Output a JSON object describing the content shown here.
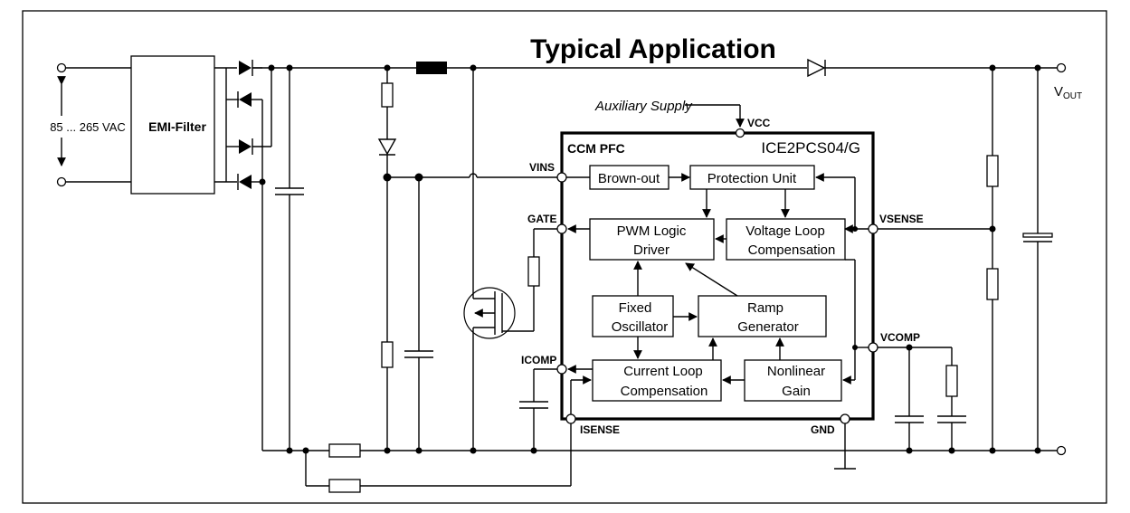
{
  "title": "Typical Application",
  "input_voltage": "85 ... 265 VAC",
  "emi_filter": "EMI-Filter",
  "aux_supply": "Auxiliary Supply",
  "ic": {
    "family": "CCM PFC",
    "part": "ICE2PCS04/G"
  },
  "pins": {
    "vcc": "VCC",
    "vins": "VINS",
    "gate": "GATE",
    "vsense": "VSENSE",
    "vcomp": "VCOMP",
    "icomp": "ICOMP",
    "isense": "ISENSE",
    "gnd": "GND"
  },
  "blocks": {
    "brownout": "Brown-out",
    "protection": "Protection Unit",
    "pwm_1": "PWM Logic",
    "pwm_2": "Driver",
    "voltage_loop_1": "Voltage Loop",
    "voltage_loop_2": "Compensation",
    "osc_1": "Fixed",
    "osc_2": "Oscillator",
    "ramp_1": "Ramp",
    "ramp_2": "Generator",
    "current_loop_1": "Current Loop",
    "current_loop_2": "Compensation",
    "nonlinear_1": "Nonlinear",
    "nonlinear_2": "Gain"
  },
  "vout": {
    "main": "V",
    "sub": "OUT"
  }
}
